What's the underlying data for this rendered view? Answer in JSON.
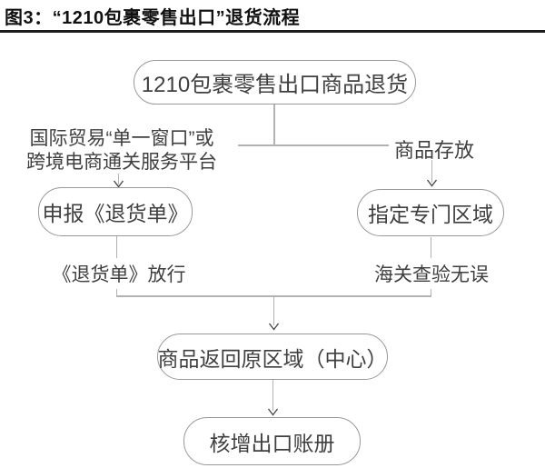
{
  "title": "图3：“1210包裹零售出口”退货流程",
  "flowchart": {
    "top_box": "1210包裹零售出口商品退货",
    "left_branch": {
      "label_line1": "国际贸易“单一窗口”或",
      "label_line2": "跨境电商通关服务平台",
      "box": "申报《退货单》",
      "release_label": "《退货单》放行"
    },
    "right_branch": {
      "label": "商品存放",
      "box": "指定专门区域",
      "check_label": "海关查验无误"
    },
    "merge_box": "商品返回原区域（中心）",
    "final_box": "核增出口账册"
  },
  "colors": {
    "title_text": "#111111",
    "title_rule": "#1a1a1a",
    "box_border": "#999999",
    "connector_line": "#b2b2b2",
    "arrowhead": "#4a4a4a",
    "node_text": "#3f3f3f",
    "background": "#ffffff"
  }
}
